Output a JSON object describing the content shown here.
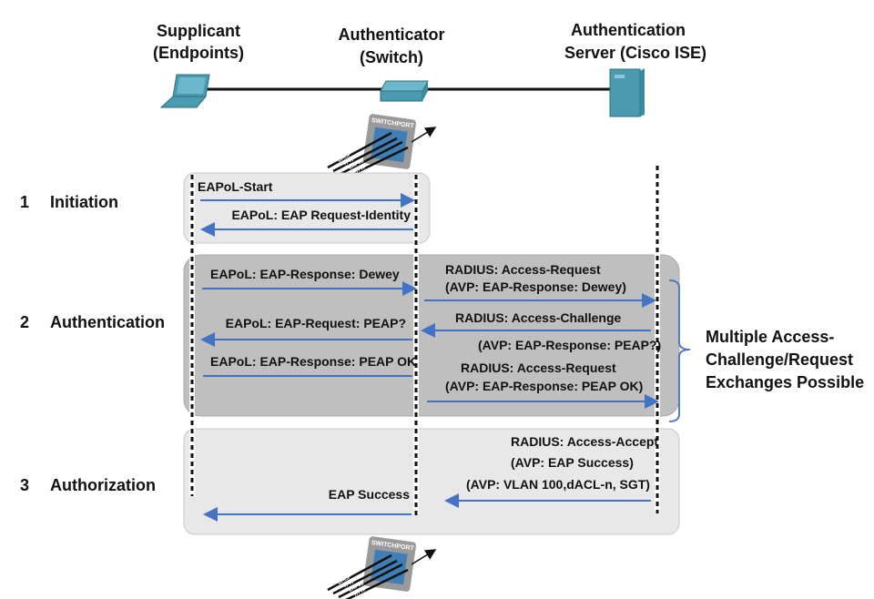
{
  "entities": {
    "supplicant": [
      "Supplicant",
      "(Endpoints)"
    ],
    "authenticator": [
      "Authenticator",
      "(Switch)"
    ],
    "server": [
      "Authentication",
      "Server (Cisco ISE)"
    ]
  },
  "switchport": {
    "label": "SWITCHPORT",
    "protocols": [
      "DHCP",
      "TFTP",
      "EAPoL",
      "HTTP"
    ]
  },
  "phases": [
    {
      "number": "1",
      "name": "Initiation"
    },
    {
      "number": "2",
      "name": "Authentication"
    },
    {
      "number": "3",
      "name": "Authorization"
    }
  ],
  "messages": {
    "eapol_start": "EAPoL-Start",
    "eapol_req_identity": "EAPoL: EAP Request-Identity",
    "eapol_resp_dewey": "EAPoL: EAP-Response: Dewey",
    "eapol_req_peap": "EAPoL: EAP-Request: PEAP?",
    "eapol_resp_peap_ok": "EAPoL: EAP-Response: PEAP OK",
    "radius_req1": "RADIUS: Access-Request",
    "radius_req1_avp": "(AVP: EAP-Response: Dewey)",
    "radius_challenge": "RADIUS: Access-Challenge",
    "radius_challenge_avp": "(AVP: EAP-Response: PEAP?)",
    "radius_req2": "RADIUS: Access-Request",
    "radius_req2_avp": "(AVP: EAP-Response: PEAP OK)",
    "radius_accept": "RADIUS: Access-Accept",
    "radius_accept_avp1": "(AVP: EAP Success)",
    "radius_accept_avp2": "(AVP: VLAN 100,dACL-n, SGT)",
    "eap_success": "EAP Success"
  },
  "note": [
    "Multiple Access-",
    "Challenge/Request",
    "Exchanges Possible"
  ],
  "colors": {
    "arrow": "#4472c4",
    "device": "#4a9bb0",
    "phase_box_light": "#e8e8e8",
    "phase_box_dark": "#bfbfbf"
  }
}
